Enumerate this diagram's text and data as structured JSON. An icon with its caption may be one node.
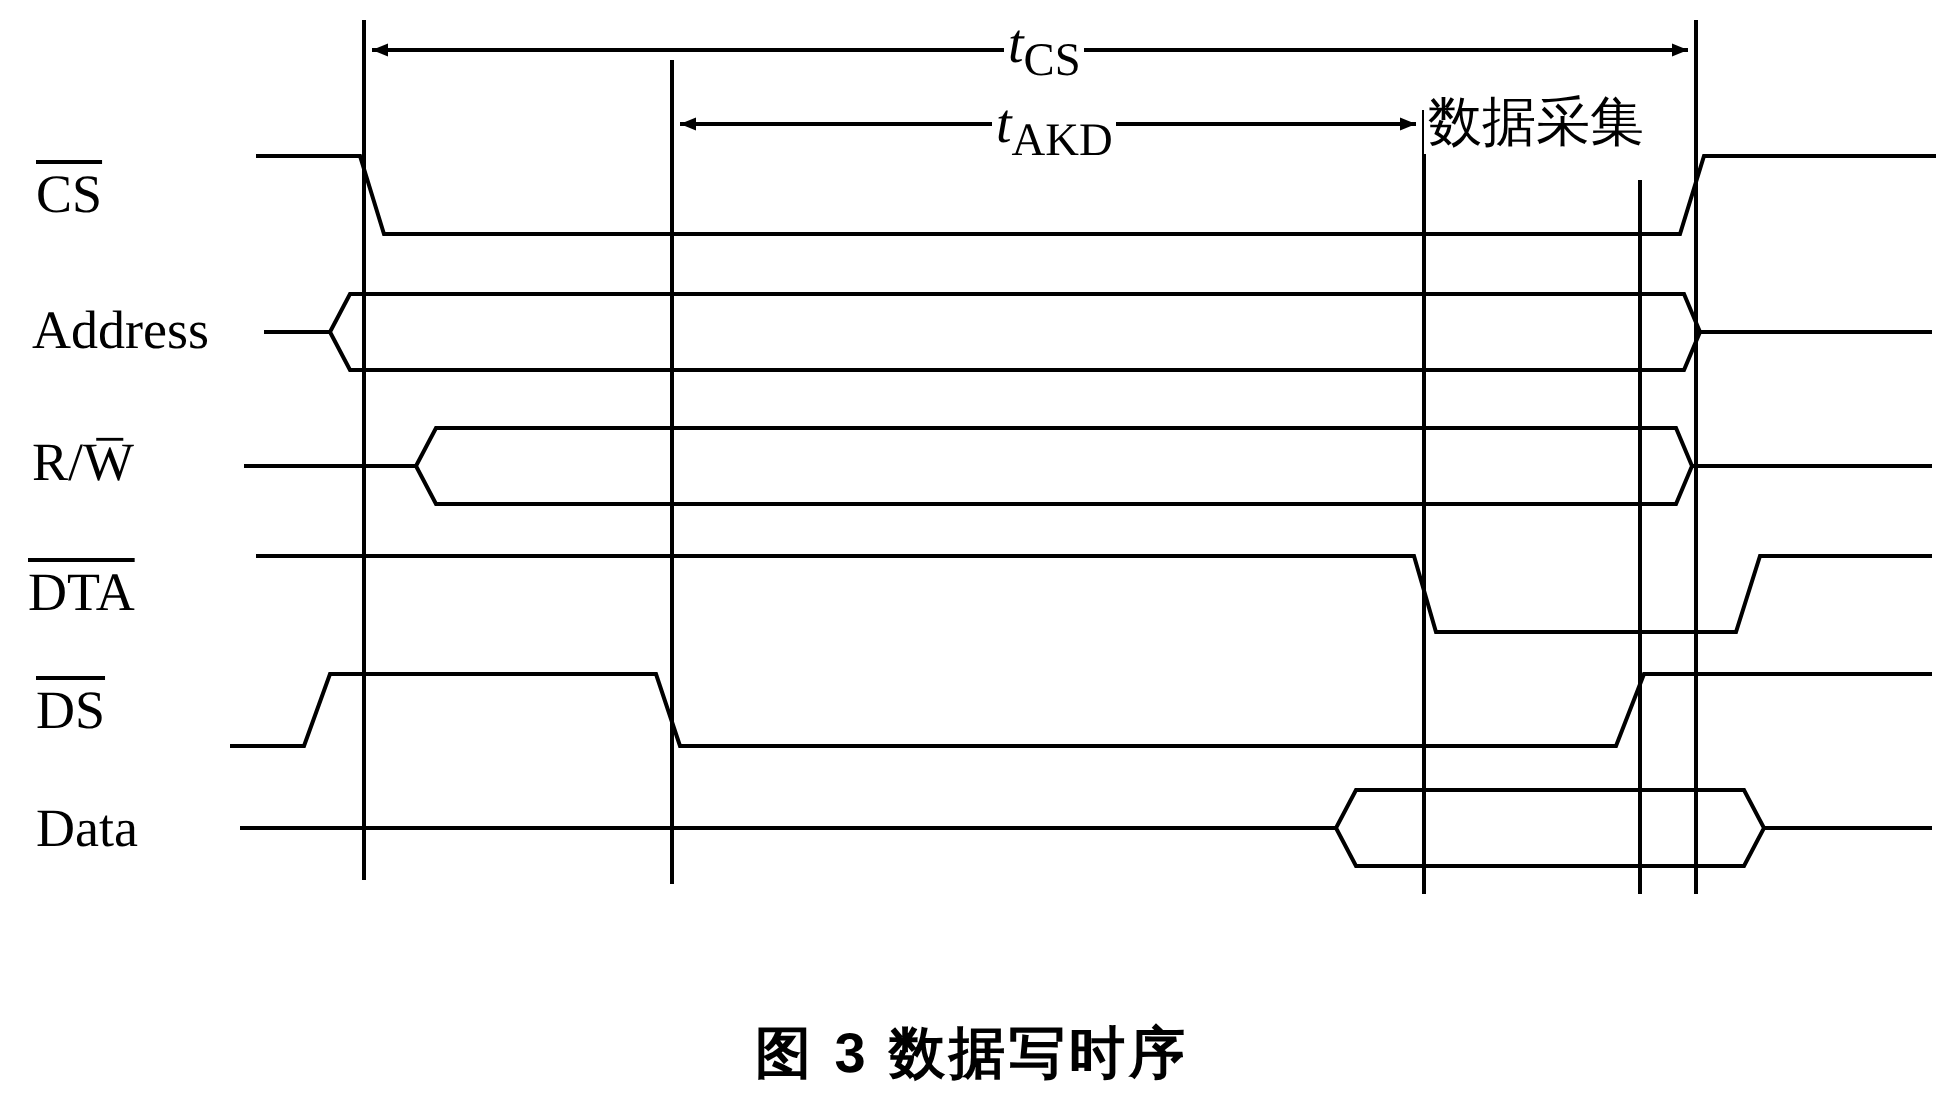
{
  "diagram": {
    "caption": "图 3 数据写时序",
    "labels": [
      "*t*$_{CS}$",
      "*t*$_{AKD}$",
      "数据采集",
      "CS",
      "Address",
      "R/W̅",
      "DTA",
      "DS",
      "Data"
    ]
  }
}
